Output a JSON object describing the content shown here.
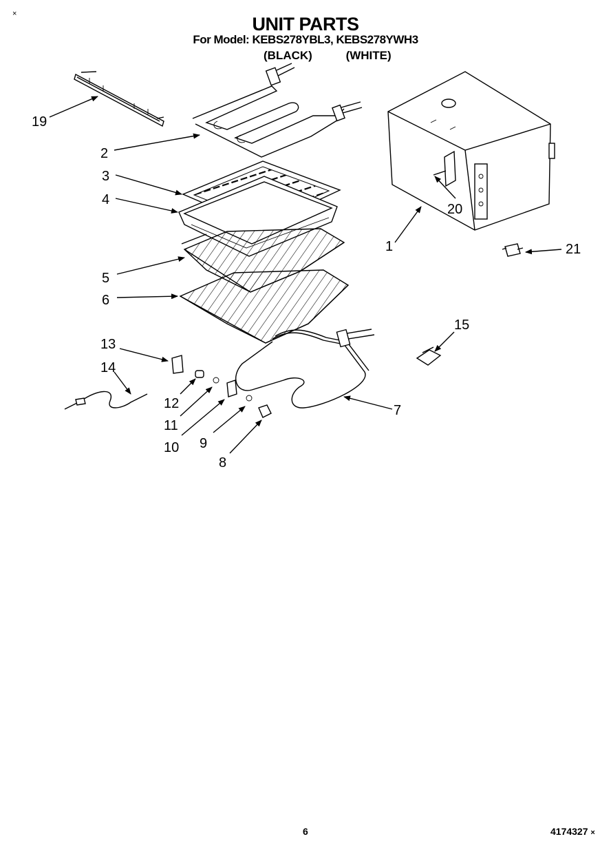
{
  "header": {
    "title": "UNIT PARTS",
    "model_line": "For Model: KEBS278YBL3, KEBS278YWH3",
    "variant_black": "(BLACK)",
    "variant_white": "(WHITE)"
  },
  "corner_marks": {
    "top_left": "×",
    "bottom_right": "×"
  },
  "footer": {
    "page_number": "6",
    "document_number": "4174327"
  },
  "callouts": {
    "c1": "1",
    "c2": "2",
    "c3": "3",
    "c4": "4",
    "c5": "5",
    "c6": "6",
    "c7": "7",
    "c8": "8",
    "c9": "9",
    "c10": "10",
    "c11": "11",
    "c12": "12",
    "c13": "13",
    "c14": "14",
    "c15": "15",
    "c19": "19",
    "c20": "20",
    "c21": "21"
  }
}
